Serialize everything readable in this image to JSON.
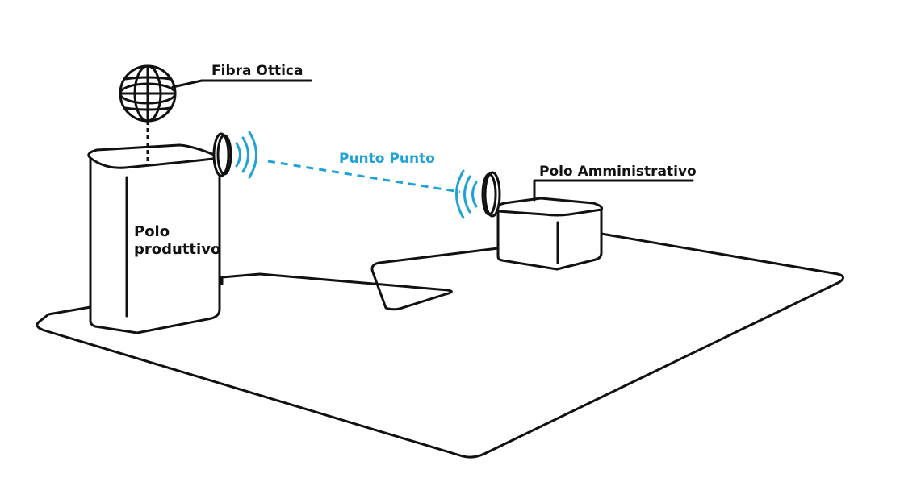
{
  "labels": {
    "fibra_ottica": "Fibra Ottica",
    "punto_punto": "Punto Punto",
    "polo_amministrativo": "Polo Amministrativo",
    "polo_produttivo": "Polo produttivo"
  },
  "colors": {
    "line": "#111111",
    "wireless_link": "#1fa3d6",
    "background": "#ffffff"
  },
  "icons": [
    "globe-icon",
    "antenna-icon",
    "signal-waves-icon"
  ]
}
